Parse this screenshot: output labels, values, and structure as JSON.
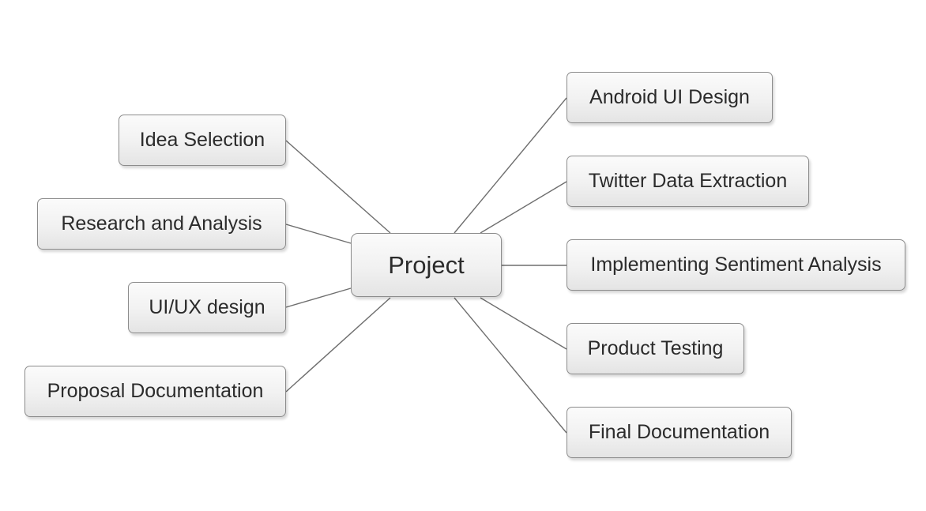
{
  "diagram": {
    "type": "mind-map",
    "center": {
      "label": "Project"
    },
    "left_branches": [
      {
        "label": "Idea Selection"
      },
      {
        "label": "Research and Analysis"
      },
      {
        "label": "UI/UX design"
      },
      {
        "label": "Proposal Documentation"
      }
    ],
    "right_branches": [
      {
        "label": "Android UI Design"
      },
      {
        "label": "Twitter Data Extraction"
      },
      {
        "label": "Implementing Sentiment Analysis"
      },
      {
        "label": "Product Testing"
      },
      {
        "label": "Final Documentation"
      }
    ],
    "connector_color": "#6e6e6e",
    "node_border_color": "#8c8c8c"
  }
}
